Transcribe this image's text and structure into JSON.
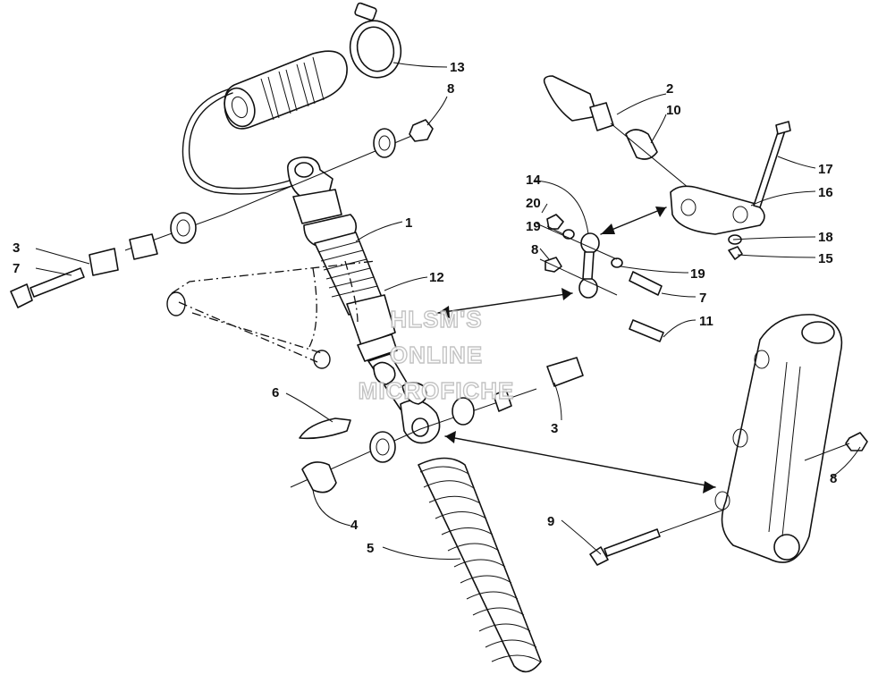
{
  "watermark": {
    "line1": "HLSM'S",
    "line2": "ONLINE",
    "line3": "MICROFICHE"
  },
  "callouts": {
    "c13": "13",
    "c8a": "8",
    "c2": "2",
    "c10": "10",
    "c17": "17",
    "c14": "14",
    "c20": "20",
    "c16": "16",
    "c19a": "19",
    "c18": "18",
    "c1": "1",
    "c8b": "8",
    "c15": "15",
    "c19b": "19",
    "c3a": "3",
    "c7a": "7",
    "c12": "12",
    "c7b": "7",
    "c11": "11",
    "c6": "6",
    "c3b": "3",
    "c8c": "8",
    "c4": "4",
    "c9": "9",
    "c5": "5"
  }
}
